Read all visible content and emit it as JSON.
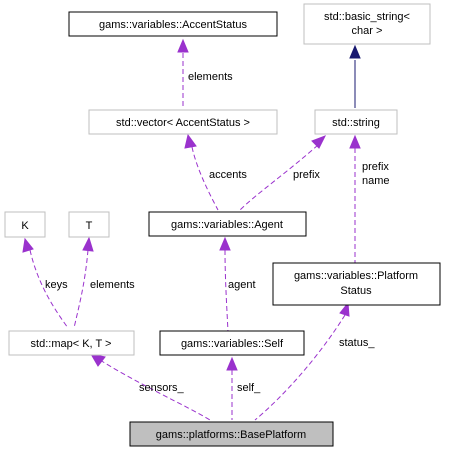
{
  "nodes": {
    "accent_status": "gams::variables::AccentStatus",
    "basic_string_line1": "std::basic_string<",
    "basic_string_line2": "char >",
    "vector_accent": "std::vector< AccentStatus >",
    "std_string": "std::string",
    "agent": "gams::variables::Agent",
    "k": "K",
    "t": "T",
    "platform_status_line1": "gams::variables::Platform",
    "platform_status_line2": "Status",
    "map_kt": "std::map< K, T >",
    "self": "gams::variables::Self",
    "base_platform": "gams::platforms::BasePlatform"
  },
  "edge_labels": {
    "elements_top": "elements",
    "accents": "accents",
    "prefix": "prefix",
    "prefix_name_line1": "prefix",
    "prefix_name_line2": "name",
    "keys": "keys",
    "elements_map": "elements",
    "agent": "agent",
    "status": "status_",
    "sensors": "sensors_",
    "self": "self_"
  },
  "colors": {
    "usage_edge": "#9a32cd",
    "inheritance_edge": "#191970",
    "documented_border": "#000000",
    "external_border": "#bfbfbf",
    "focus_fill": "#bfbfbf"
  }
}
